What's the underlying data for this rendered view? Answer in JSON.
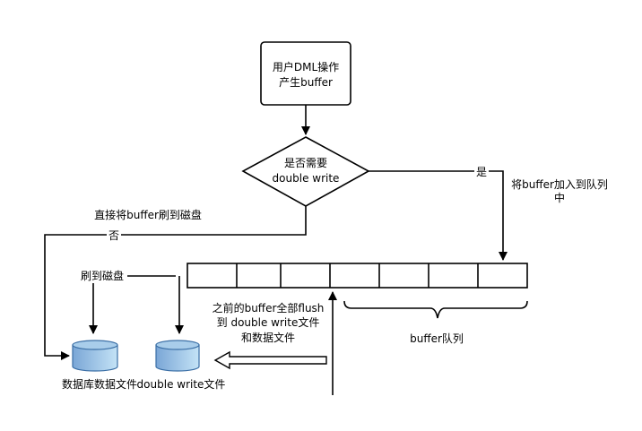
{
  "nodes": {
    "start_line1": "用户DML操作",
    "start_line2": "产生buffer",
    "decision_line1": "是否需要",
    "decision_line2": "double write",
    "yes_label": "是",
    "no_label": "否",
    "enqueue_line1": "将buffer加入到队列",
    "enqueue_line2": "中",
    "direct_flush": "直接将buffer刷到磁盘",
    "flush_to_disk": "刷到磁盘",
    "full_flush_line1": "之前的buffer全部flush",
    "full_flush_line2": "到 double write文件",
    "full_flush_line3": "和数据文件",
    "queue_label": "buffer队列",
    "db_data_file": "数据库数据文件",
    "dw_file": "double write文件"
  },
  "colors": {
    "cylinder_top": "#a9cdea",
    "cylinder_body_left": "#7aa6d6",
    "cylinder_body_right": "#b9dcf2",
    "stroke": "#000000"
  },
  "icons": {
    "storage": "database-cylinder-icon"
  }
}
